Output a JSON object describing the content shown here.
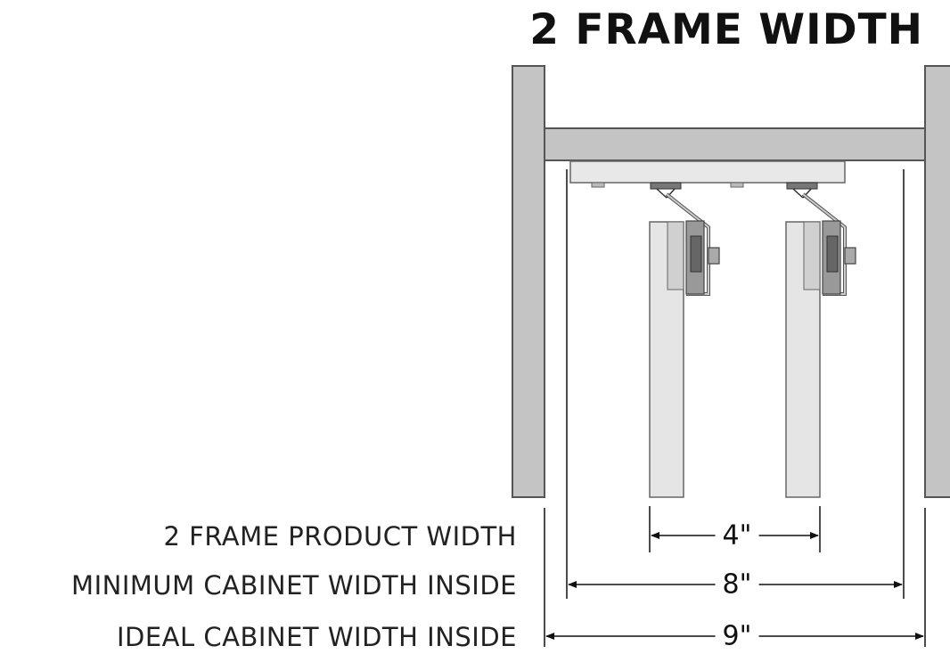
{
  "title": "2 FRAME WIDTH",
  "dimensions": [
    {
      "label": "2 FRAME PRODUCT WIDTH",
      "value": "4\""
    },
    {
      "label": "MINIMUM CABINET WIDTH INSIDE",
      "value": "8\""
    },
    {
      "label": "IDEAL CABINET WIDTH INSIDE",
      "value": "9\""
    }
  ],
  "colors": {
    "frame": "#c2c2c2",
    "frame_stroke": "#555555",
    "rail": "#e6e6e6",
    "line": "#111111"
  }
}
